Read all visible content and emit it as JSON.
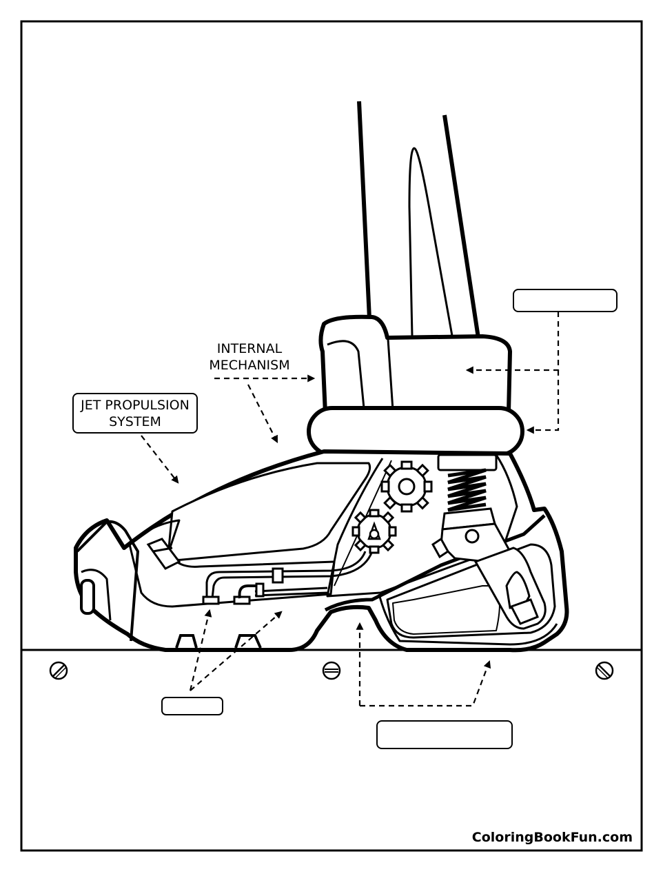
{
  "labels": {
    "internal_mechanism_line1": "INTERNAL",
    "internal_mechanism_line2": "MECHANISM",
    "jet_propulsion_line1": "JET PROPULSION",
    "jet_propulsion_line2": "SYSTEM",
    "blank_top_right": "",
    "blank_bottom_left": "",
    "blank_bottom_center": ""
  },
  "credit": "ColoringBookFun.com"
}
